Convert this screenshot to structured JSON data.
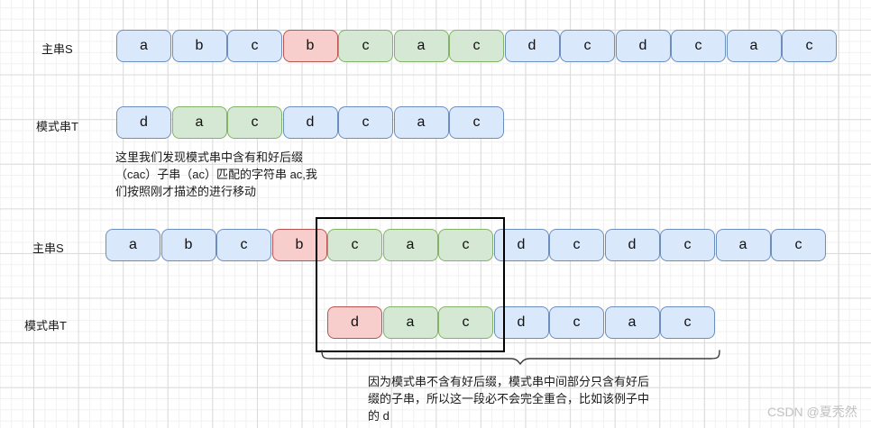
{
  "palette": {
    "blue_fill": "#dae8fc",
    "blue_stroke": "#6c8ebf",
    "green_fill": "#d5e8d4",
    "green_stroke": "#82b366",
    "red_fill": "#f8cecc",
    "red_stroke": "#b85450",
    "box_stroke": "#000000"
  },
  "step1": {
    "main_label": "主串S",
    "main_cells": [
      {
        "char": "a",
        "color": "blue"
      },
      {
        "char": "b",
        "color": "blue"
      },
      {
        "char": "c",
        "color": "blue"
      },
      {
        "char": "b",
        "color": "red"
      },
      {
        "char": "c",
        "color": "green"
      },
      {
        "char": "a",
        "color": "green"
      },
      {
        "char": "c",
        "color": "green"
      },
      {
        "char": "d",
        "color": "blue"
      },
      {
        "char": "c",
        "color": "blue"
      },
      {
        "char": "d",
        "color": "blue"
      },
      {
        "char": "c",
        "color": "blue"
      },
      {
        "char": "a",
        "color": "blue"
      },
      {
        "char": "c",
        "color": "blue"
      }
    ],
    "pattern_label": "模式串T",
    "pattern_cells": [
      {
        "char": "d",
        "color": "blue"
      },
      {
        "char": "a",
        "color": "green"
      },
      {
        "char": "c",
        "color": "green"
      },
      {
        "char": "d",
        "color": "blue"
      },
      {
        "char": "c",
        "color": "blue"
      },
      {
        "char": "a",
        "color": "blue"
      },
      {
        "char": "c",
        "color": "blue"
      }
    ],
    "note_lines": [
      "这里我们发现模式串中含有和好后缀",
      "（cac）子串（ac）匹配的字符串 ac,我",
      "们按照刚才描述的进行移动"
    ]
  },
  "step2": {
    "main_label": "主串S",
    "main_cells": [
      {
        "char": "a",
        "color": "blue"
      },
      {
        "char": "b",
        "color": "blue"
      },
      {
        "char": "c",
        "color": "blue"
      },
      {
        "char": "b",
        "color": "red"
      },
      {
        "char": "c",
        "color": "green"
      },
      {
        "char": "a",
        "color": "green"
      },
      {
        "char": "c",
        "color": "green"
      },
      {
        "char": "d",
        "color": "blue"
      },
      {
        "char": "c",
        "color": "blue"
      },
      {
        "char": "d",
        "color": "blue"
      },
      {
        "char": "c",
        "color": "blue"
      },
      {
        "char": "a",
        "color": "blue"
      },
      {
        "char": "c",
        "color": "blue"
      }
    ],
    "pattern_label": "模式串T",
    "pattern_cells": [
      {
        "char": "d",
        "color": "red"
      },
      {
        "char": "a",
        "color": "green"
      },
      {
        "char": "c",
        "color": "green"
      },
      {
        "char": "d",
        "color": "blue"
      },
      {
        "char": "c",
        "color": "blue"
      },
      {
        "char": "a",
        "color": "blue"
      },
      {
        "char": "c",
        "color": "blue"
      }
    ],
    "note_lines": [
      "因为模式串不含有好后缀，模式串中间部分只含有好后",
      "缀的子串，所以这一段必不会完全重合，比如该例子中",
      "的 d"
    ]
  },
  "watermark": "CSDN @夏秃然"
}
